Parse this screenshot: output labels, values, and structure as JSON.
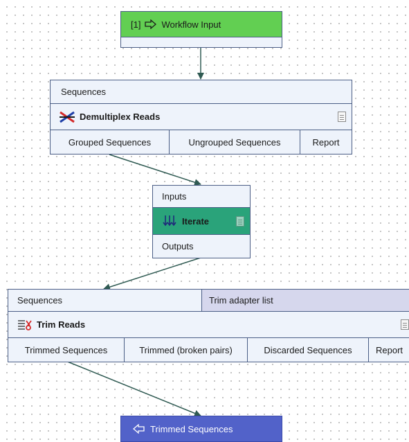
{
  "workflow_input": {
    "label": "[1]",
    "name": "Workflow Input"
  },
  "demultiplex": {
    "input": "Sequences",
    "title": "Demultiplex Reads",
    "outputs": [
      "Grouped Sequences",
      "Ungrouped Sequences",
      "Report"
    ]
  },
  "iterate": {
    "inputs": "Inputs",
    "title": "Iterate",
    "outputs": "Outputs"
  },
  "trim": {
    "inputs": [
      "Sequences",
      "Trim adapter list"
    ],
    "title": "Trim Reads",
    "outputs": [
      "Trimmed Sequences",
      "Trimmed (broken pairs)",
      "Discarded Sequences",
      "Report"
    ]
  },
  "workflow_output": {
    "name": "Trimmed Sequences"
  },
  "colors": {
    "input_green": "#62cf52",
    "iterate_teal": "#2aa37a",
    "output_blue": "#5262c9",
    "adapter_lavender": "#d6d7ed",
    "node_fill": "#eef3fb",
    "edge": "#2f5a52"
  },
  "icons": {
    "input": "arrow-right-outline-icon",
    "demultiplex": "demultiplex-cross-icon",
    "iterate": "iterate-arrows-icon",
    "trim": "trim-scissors-icon",
    "report": "document-icon",
    "output": "arrow-left-outline-icon"
  }
}
